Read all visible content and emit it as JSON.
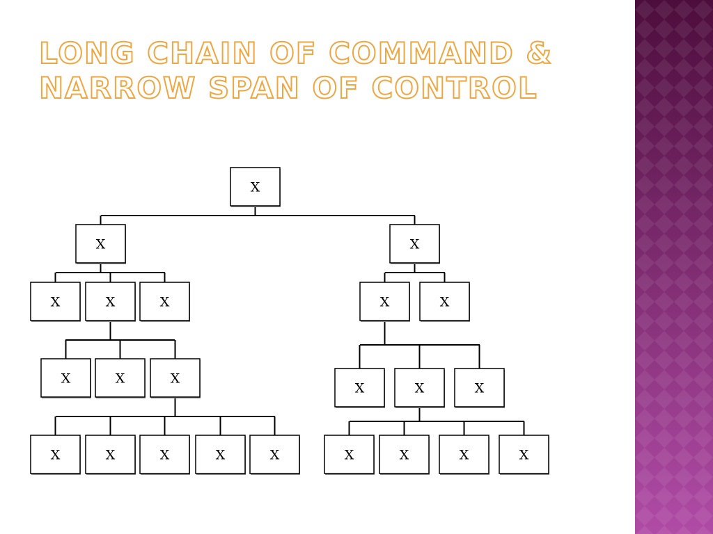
{
  "slide": {
    "title": "LONG CHAIN OF COMMAND &\nNARROW SPAN OF CONTROL"
  },
  "theme": {
    "title_color": "#f0a640",
    "sidebar_gradient_top": "#4d0d3c",
    "sidebar_gradient_bottom": "#b04ba6",
    "box_border": "#000000",
    "box_shadow": "#8c8c8c",
    "line_color": "#000000"
  },
  "org_chart": {
    "label": "X",
    "children": [
      {
        "label": "X",
        "children": [
          {
            "label": "X"
          },
          {
            "label": "X",
            "children": [
              {
                "label": "X"
              },
              {
                "label": "X"
              },
              {
                "label": "X",
                "children": [
                  {
                    "label": "X"
                  },
                  {
                    "label": "X"
                  },
                  {
                    "label": "X"
                  },
                  {
                    "label": "X"
                  },
                  {
                    "label": "X"
                  }
                ]
              }
            ]
          },
          {
            "label": "X"
          }
        ]
      },
      {
        "label": "X",
        "children": [
          {
            "label": "X",
            "children": [
              {
                "label": "X"
              },
              {
                "label": "X",
                "children": [
                  {
                    "label": "X"
                  },
                  {
                    "label": "X"
                  },
                  {
                    "label": "X"
                  },
                  {
                    "label": "X"
                  }
                ]
              },
              {
                "label": "X"
              }
            ]
          },
          {
            "label": "X"
          }
        ]
      }
    ]
  }
}
